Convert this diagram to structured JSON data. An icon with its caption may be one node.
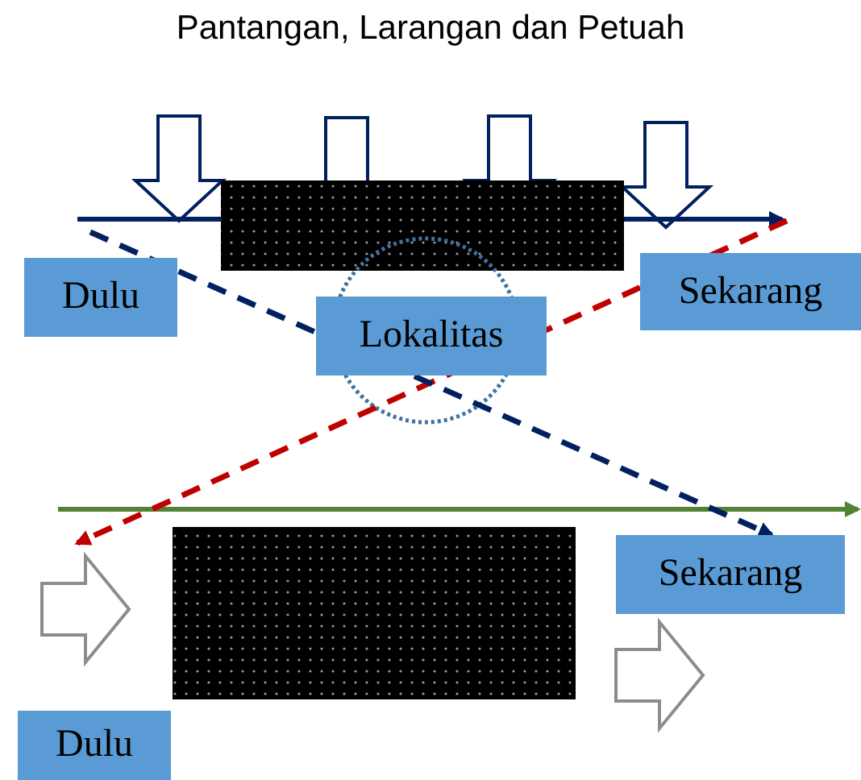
{
  "diagram": {
    "title": "Pantangan, Larangan dan Petuah",
    "nodes": [
      {
        "text": [
          "Dulu"
        ]
      },
      {
        "text": [
          "Lokalitas"
        ]
      },
      {
        "text": [
          "Sekarang"
        ]
      },
      {
        "text": [
          "Sekarang"
        ]
      },
      {
        "text": [
          "Dulu"
        ]
      },
      {
        "text": [],
        "shape": "circle"
      }
    ],
    "edges": [
      {
        "from": null,
        "to": 3,
        "arrow": "to",
        "style": "dashed"
      }
    ]
  }
}
